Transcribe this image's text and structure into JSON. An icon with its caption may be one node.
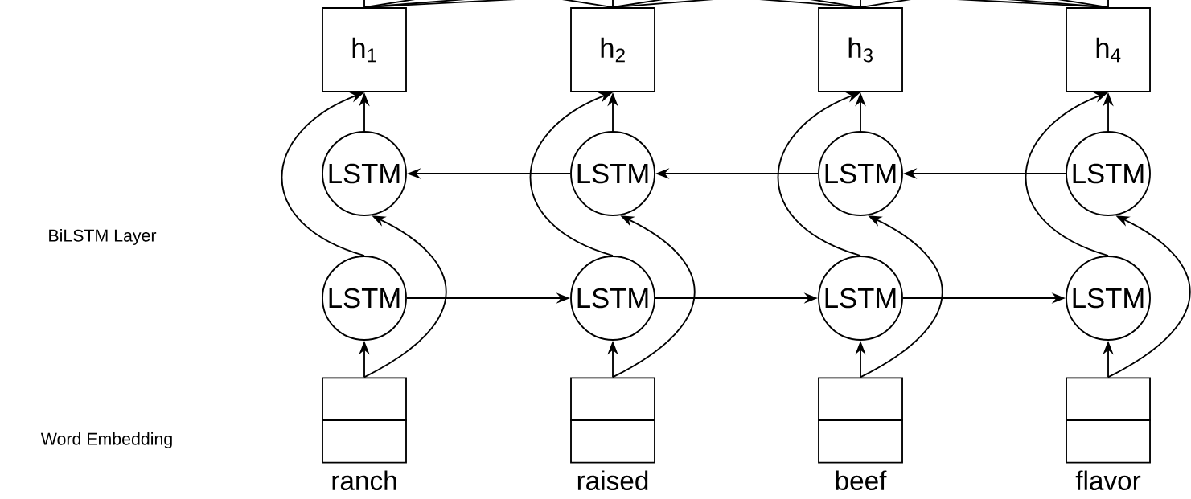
{
  "diagram": {
    "nodes": [
      {
        "text": [
          "h$_{1}$"
        ]
      },
      {
        "text": [
          "h$_{2}$"
        ]
      },
      {
        "text": [
          "h$_{3}$"
        ]
      },
      {
        "text": [
          "h$_{4}$"
        ]
      },
      {
        "text": [
          "LSTM"
        ]
      },
      {
        "text": [
          "LSTM"
        ]
      },
      {
        "text": [
          "LSTM"
        ]
      },
      {
        "text": [
          "LSTM"
        ]
      },
      {
        "text": [
          "LSTM"
        ]
      },
      {
        "text": [
          "LSTM"
        ]
      },
      {
        "text": [
          "LSTM"
        ]
      },
      {
        "text": [
          "LSTM"
        ]
      },
      {
        "text": [],
        "shape": "box",
        "beside": [
          "ranch"
        ]
      },
      {
        "text": [],
        "shape": "box",
        "beside": [
          "raised"
        ]
      },
      {
        "text": [],
        "shape": "box",
        "beside": [
          "beef"
        ]
      },
      {
        "text": [],
        "shape": "box",
        "beside": [
          "flavor"
        ]
      }
    ],
    "edges": [
      {
        "from": 12,
        "to": 8,
        "arrow": "to"
      },
      {
        "from": 13,
        "to": 9,
        "arrow": "to"
      },
      {
        "from": 14,
        "to": 10,
        "arrow": "to"
      },
      {
        "from": 15,
        "to": 11,
        "arrow": "to"
      },
      {
        "from": 12,
        "to": 4,
        "arrow": "to"
      },
      {
        "from": 13,
        "to": 5,
        "arrow": "to"
      },
      {
        "from": 14,
        "to": 6,
        "arrow": "to"
      },
      {
        "from": 15,
        "to": 7,
        "arrow": "to"
      },
      {
        "from": 8,
        "to": 0,
        "arrow": "to"
      },
      {
        "from": 9,
        "to": 1,
        "arrow": "to"
      },
      {
        "from": 10,
        "to": 2,
        "arrow": "to"
      },
      {
        "from": 11,
        "to": 3,
        "arrow": "to"
      },
      {
        "from": 4,
        "to": 0,
        "arrow": "to"
      },
      {
        "from": 5,
        "to": 1,
        "arrow": "to"
      },
      {
        "from": 6,
        "to": 2,
        "arrow": "to"
      },
      {
        "from": 7,
        "to": 3,
        "arrow": "to"
      },
      {
        "from": 8,
        "to": 9,
        "arrow": "to"
      },
      {
        "from": 9,
        "to": 10,
        "arrow": "to"
      },
      {
        "from": 10,
        "to": 11,
        "arrow": "to"
      },
      {
        "from": 7,
        "to": 6,
        "arrow": "to"
      },
      {
        "from": 6,
        "to": 5,
        "arrow": "to"
      },
      {
        "from": 5,
        "to": 4,
        "arrow": "to"
      },
      {
        "from": 0,
        "to": null,
        "arrow": "none"
      },
      {
        "from": 0,
        "to": null,
        "arrow": "none"
      },
      {
        "from": 0,
        "to": null,
        "arrow": "none"
      },
      {
        "from": 0,
        "to": null,
        "arrow": "none"
      },
      {
        "from": 1,
        "to": null,
        "arrow": "none"
      },
      {
        "from": 1,
        "to": null,
        "arrow": "none"
      },
      {
        "from": 1,
        "to": null,
        "arrow": "none"
      },
      {
        "from": 1,
        "to": null,
        "arrow": "none"
      },
      {
        "from": 2,
        "to": null,
        "arrow": "none"
      },
      {
        "from": 2,
        "to": null,
        "arrow": "none"
      },
      {
        "from": 2,
        "to": null,
        "arrow": "none"
      },
      {
        "from": 2,
        "to": null,
        "arrow": "none"
      },
      {
        "from": 3,
        "to": null,
        "arrow": "none"
      },
      {
        "from": 3,
        "to": null,
        "arrow": "none"
      },
      {
        "from": 3,
        "to": null,
        "arrow": "none"
      },
      {
        "from": 3,
        "to": null,
        "arrow": "none"
      }
    ],
    "labels": [
      "BiLSTM Layer",
      "Word Embedding"
    ]
  }
}
